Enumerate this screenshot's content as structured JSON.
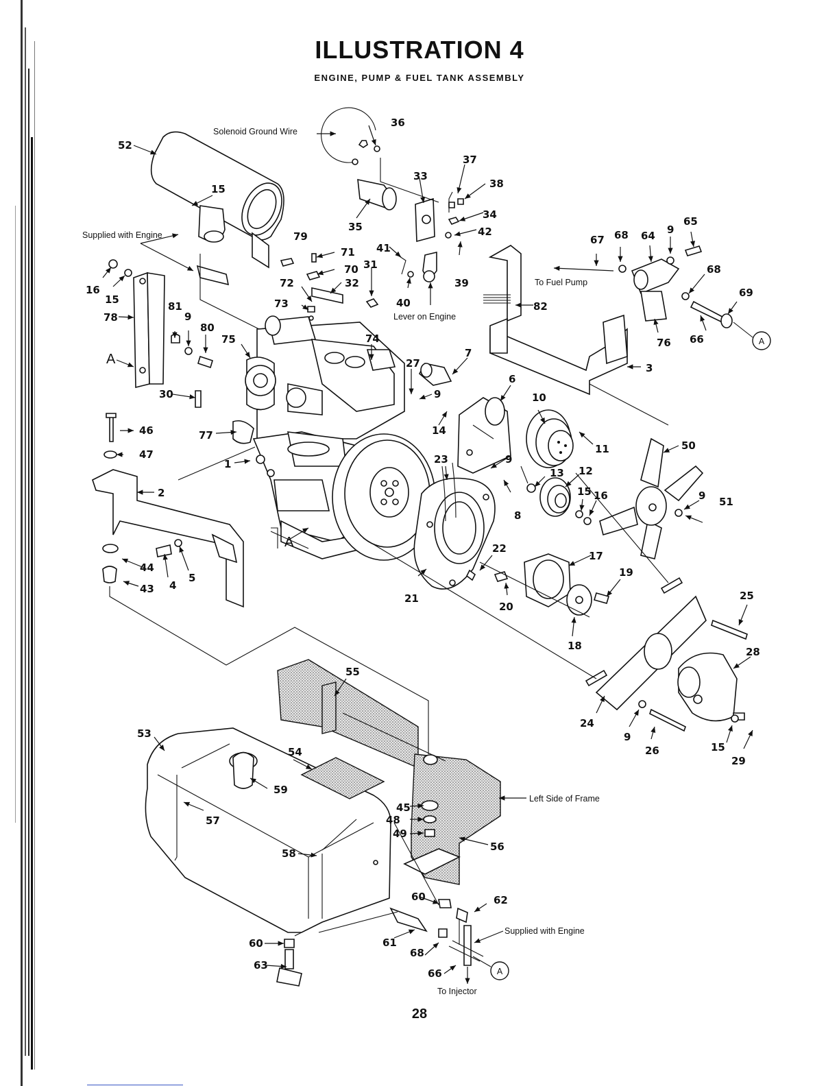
{
  "header": {
    "title": "ILLUSTRATION 4",
    "subtitle": "ENGINE, PUMP & FUEL TANK ASSEMBLY"
  },
  "callouts": {
    "solenoid_ground_wire": "Solenoid Ground Wire",
    "supplied_with_engine_top": "Supplied with Engine",
    "to_fuel_pump": "To Fuel Pump",
    "lever_on_engine": "Lever on Engine",
    "left_side_of_frame": "Left Side of Frame",
    "supplied_with_engine_bottom": "Supplied with Engine",
    "to_injector": "To Injector",
    "ref_a": "A"
  },
  "part_numbers": {
    "p1": "1",
    "p2": "2",
    "p3": "3",
    "p4": "4",
    "p5": "5",
    "p6": "6",
    "p7": "7",
    "p8": "8",
    "p9": "9",
    "p10": "10",
    "p11": "11",
    "p12": "12",
    "p13": "13",
    "p14": "14",
    "p15": "15",
    "p16": "16",
    "p17": "17",
    "p18": "18",
    "p19": "19",
    "p20": "20",
    "p21": "21",
    "p22": "22",
    "p23": "23",
    "p24": "24",
    "p25": "25",
    "p26": "26",
    "p27": "27",
    "p28": "28",
    "p29": "29",
    "p30": "30",
    "p31": "31",
    "p32": "32",
    "p33": "33",
    "p34": "34",
    "p35": "35",
    "p36": "36",
    "p37": "37",
    "p38": "38",
    "p39": "39",
    "p40": "40",
    "p41": "41",
    "p42": "42",
    "p43": "43",
    "p44": "44",
    "p45": "45",
    "p46": "46",
    "p47": "47",
    "p48": "48",
    "p49": "49",
    "p50": "50",
    "p51": "51",
    "p52": "52",
    "p53": "53",
    "p54": "54",
    "p55": "55",
    "p56": "56",
    "p57": "57",
    "p58": "58",
    "p59": "59",
    "p60": "60",
    "p61": "61",
    "p62": "62",
    "p63": "63",
    "p64": "64",
    "p65": "65",
    "p66": "66",
    "p67": "67",
    "p68": "68",
    "p69": "69",
    "p70": "70",
    "p71": "71",
    "p72": "72",
    "p73": "73",
    "p74": "74",
    "p75": "75",
    "p76": "76",
    "p77": "77",
    "p78": "78",
    "p79": "79",
    "p80": "80",
    "p81": "81",
    "p82": "82"
  },
  "footer": {
    "page_number": "28"
  }
}
